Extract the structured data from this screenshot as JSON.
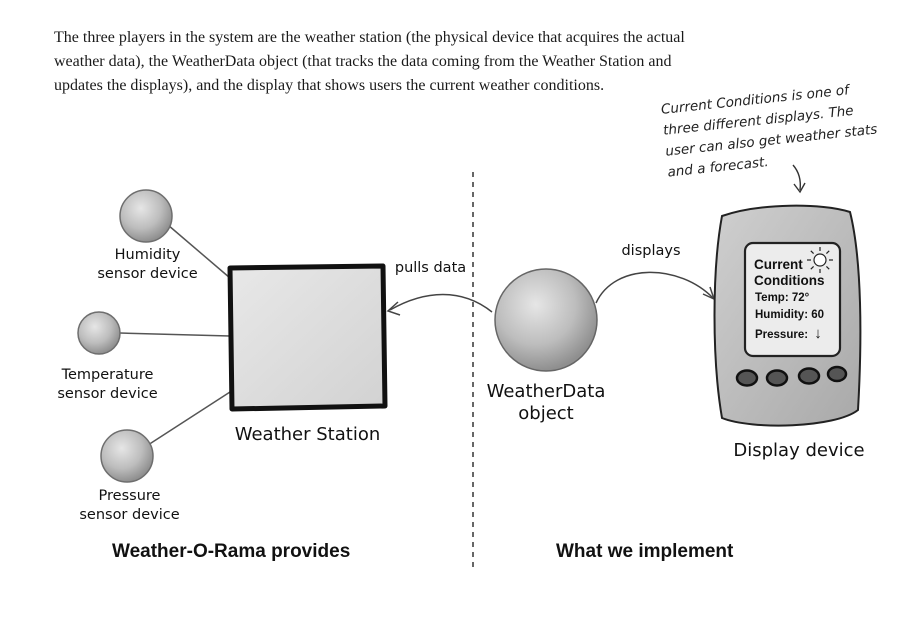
{
  "intro_text": "The three players in the system are the weather station (the physical device that acquires the actual weather data), the WeatherData object (that tracks the data coming from the Weather Station and updates the displays), and the display that shows users the current weather conditions.",
  "annotation": {
    "line1": "Current Conditions is one of",
    "line2": "three different displays. The",
    "line3": "user can also get weather stats",
    "line4": "and a forecast."
  },
  "sensors": {
    "humidity": {
      "line1": "Humidity",
      "line2": "sensor device"
    },
    "temperature": {
      "line1": "Temperature",
      "line2": "sensor device"
    },
    "pressure": {
      "line1": "Pressure",
      "line2": "sensor device"
    }
  },
  "weather_station_label": "Weather Station",
  "pulls_data_label": "pulls data",
  "weatherdata": {
    "line1": "WeatherData",
    "line2": "object"
  },
  "displays_label": "displays",
  "display_device_label": "Display device",
  "screen": {
    "title_line1": "Current",
    "title_line2": "Conditions",
    "temp": "Temp: 72°",
    "humidity": "Humidity: 60",
    "pressure": "Pressure:",
    "pressure_arrow": "↓"
  },
  "captions": {
    "left": "Weather-O-Rama provides",
    "right": "What we implement"
  },
  "icons": {
    "sun": "sun-icon",
    "down_arrow": "down-arrow-icon"
  }
}
